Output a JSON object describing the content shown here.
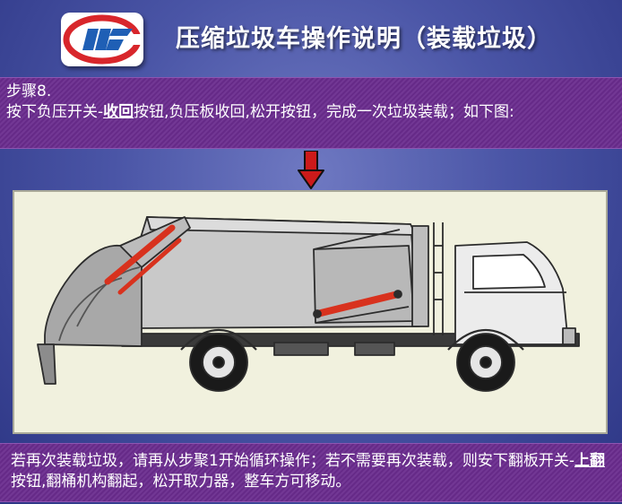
{
  "header": {
    "title": "压缩垃圾车操作说明（装载垃圾）",
    "logo_colors": {
      "red": "#d8262b",
      "blue": "#1f5fb5"
    }
  },
  "step": {
    "heading": "步骤8.",
    "line_prefix": "按下负压开关-",
    "button_name": "收回",
    "line_suffix": "按钮,负压板收回,松开按钮，完成一次垃圾装载；如下图:"
  },
  "arrow": {
    "color": "#cc1a1a",
    "icon": "arrow-down-icon"
  },
  "diagram": {
    "icon": "garbage-compactor-truck-icon",
    "colors": {
      "body": "#c9c9c9",
      "outline": "#2c2c2c",
      "cylinder": "#d8321e",
      "background": "#f1f1de"
    }
  },
  "footer": {
    "text_prefix": "若再次装载垃圾，请再从步聚1开始循环操作；若不需要再次装载，则安下翻板开关-",
    "button_name": "上翻",
    "text_suffix": "按钮,翻桶机构翻起，松开取力器，整车方可移动。"
  }
}
